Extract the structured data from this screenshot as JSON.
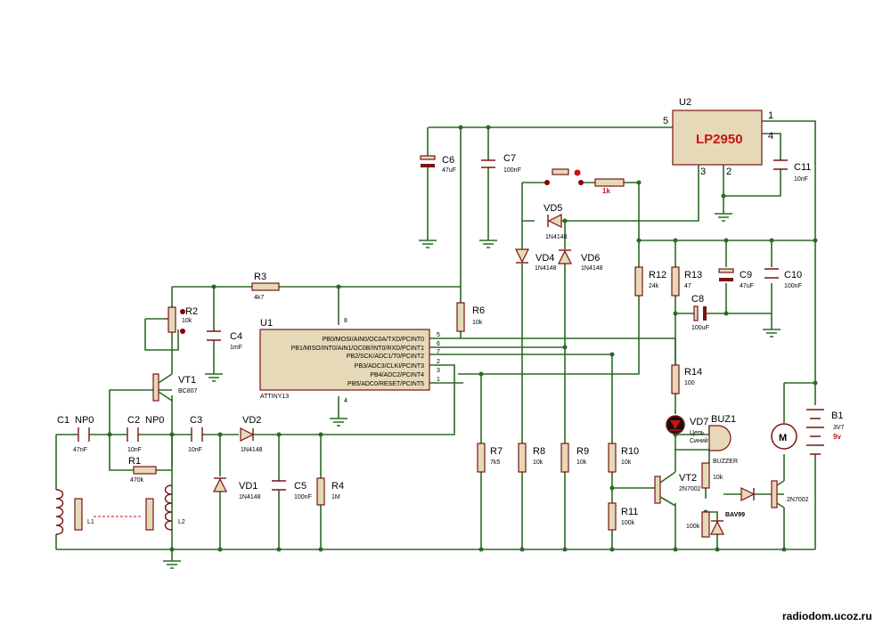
{
  "u2": {
    "ref": "U2",
    "name": "LP2950",
    "pin5": "5",
    "pin1": "1",
    "pin4": "4",
    "pin3": "3",
    "pin2": "2"
  },
  "u1": {
    "ref": "U1",
    "part": "ATTINY13",
    "vcc_pin": "8",
    "gnd_pin": "4",
    "pins": [
      {
        "num": "5",
        "label": "PB0/MOSI/AIN0/OC0A/TXD/PCINT0"
      },
      {
        "num": "6",
        "label": "PB1/MISO/INT0/AIN1/OC0B/INT0/RXD/PCINT1"
      },
      {
        "num": "7",
        "label": "PB2/SCK/ADC1/T0/PCINT2"
      },
      {
        "num": "2",
        "label": "PB3/ADC3/CLKI/PCINT3"
      },
      {
        "num": "3",
        "label": "PB4/ADC2/PCINT4"
      },
      {
        "num": "1",
        "label": "PB5/ADC0/RESET/PCINT5"
      }
    ]
  },
  "caps": {
    "c1": {
      "ref": "C1",
      "type": "NP0",
      "value": "47nF"
    },
    "c2": {
      "ref": "C2",
      "type": "NP0",
      "value": "10nF"
    },
    "c3": {
      "ref": "C3",
      "value": "10nF"
    },
    "c4": {
      "ref": "C4",
      "value": "1mF"
    },
    "c5": {
      "ref": "C5",
      "value": "100nF"
    },
    "c6": {
      "ref": "C6",
      "value": "47uF"
    },
    "c7": {
      "ref": "C7",
      "value": "100nF"
    },
    "c8": {
      "ref": "C8",
      "value": "100uF"
    },
    "c9": {
      "ref": "C9",
      "value": "47uF"
    },
    "c10": {
      "ref": "C10",
      "value": "100nF"
    },
    "c11": {
      "ref": "C11",
      "value": "10nF"
    }
  },
  "resistors": {
    "r1": {
      "ref": "R1",
      "value": "470k"
    },
    "r2": {
      "ref": "R2",
      "value": "10k"
    },
    "r3": {
      "ref": "R3",
      "value": "4k7"
    },
    "r4": {
      "ref": "R4",
      "value": "1M"
    },
    "r6": {
      "ref": "R6",
      "value": "10k"
    },
    "r7": {
      "ref": "R7",
      "value": "7k5"
    },
    "r8": {
      "ref": "R8",
      "value": "10k"
    },
    "r9": {
      "ref": "R9",
      "value": "10k"
    },
    "r10": {
      "ref": "R10",
      "value": "10k"
    },
    "r11": {
      "ref": "R11",
      "value": "100k"
    },
    "r12": {
      "ref": "R12",
      "value": "24k"
    },
    "r13": {
      "ref": "R13",
      "value": "47"
    },
    "r14": {
      "ref": "R14",
      "value": "100"
    },
    "rsw": {
      "value": "1k"
    },
    "rbuz": {
      "value": "10k"
    },
    "rbuz2": {
      "value": "100k"
    }
  },
  "diodes": {
    "vd1": {
      "ref": "VD1",
      "value": "1N4148"
    },
    "vd2": {
      "ref": "VD2",
      "value": "1N4148"
    },
    "vd4": {
      "ref": "VD4",
      "value": "1N4148"
    },
    "vd5": {
      "ref": "VD5",
      "value": "1N4148"
    },
    "vd6": {
      "ref": "VD6",
      "value": "1N4148"
    },
    "vd7": {
      "ref": "VD7",
      "line1": "Цепь",
      "line2": "Синий"
    },
    "bav": {
      "value": "BAV99"
    }
  },
  "transistors": {
    "vt1": {
      "ref": "VT1",
      "value": "BC807"
    },
    "vt2": {
      "ref": "VT2",
      "value": "2N7002"
    },
    "vt3": {
      "value": "2N7002"
    }
  },
  "coils": {
    "l1": "L1",
    "l2": "L2"
  },
  "buzzer": {
    "ref": "BUZ1",
    "value": "BUZZER"
  },
  "battery": {
    "ref": "B1",
    "value": "3V7",
    "value2": "9v"
  },
  "motor": {
    "symbol": "M"
  },
  "watermark": "radiodom.ucoz.ru"
}
